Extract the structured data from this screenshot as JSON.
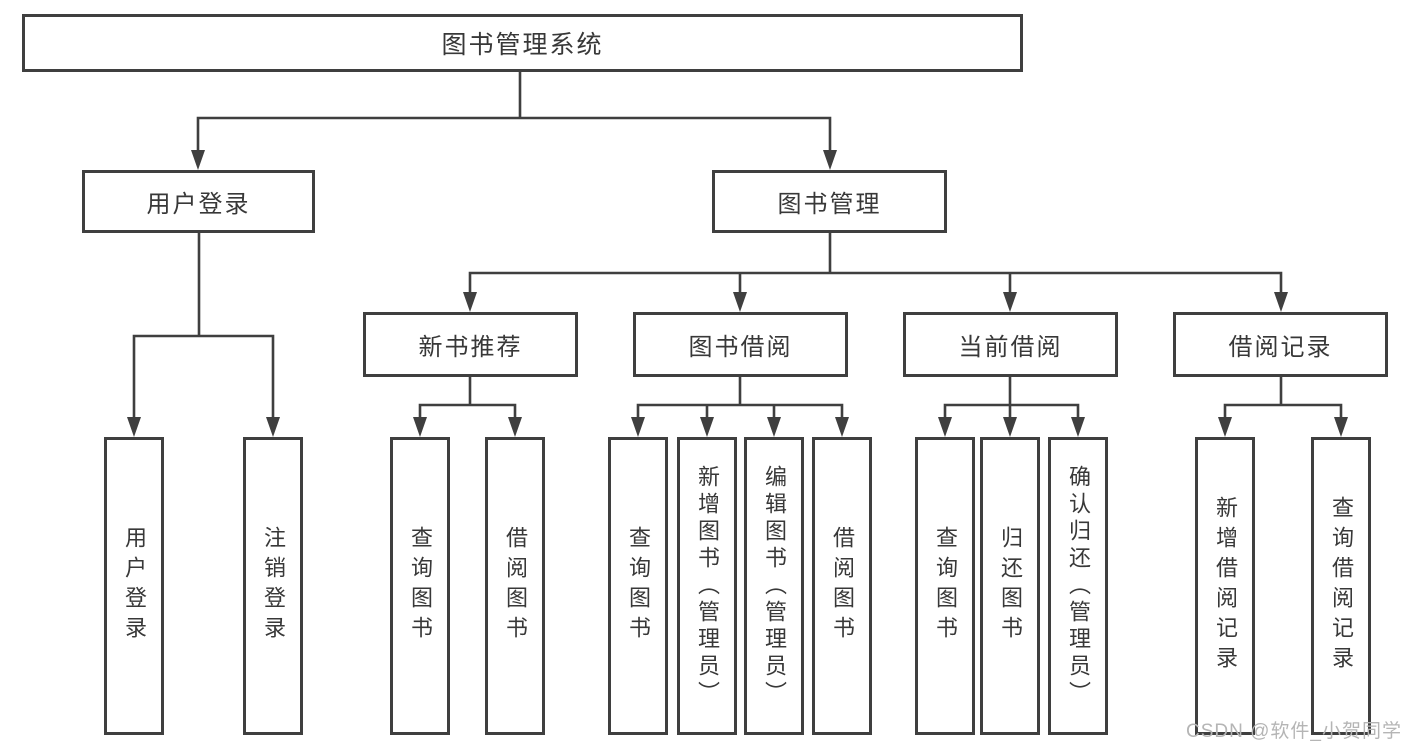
{
  "diagram_title": "图书管理系统",
  "nodes": {
    "root": {
      "label": "图书管理系统"
    },
    "level2": [
      {
        "label": "用户登录"
      },
      {
        "label": "图书管理"
      }
    ],
    "level3": [
      {
        "label": "新书推荐",
        "parent": "图书管理"
      },
      {
        "label": "图书借阅",
        "parent": "图书管理"
      },
      {
        "label": "当前借阅",
        "parent": "图书管理"
      },
      {
        "label": "借阅记录",
        "parent": "图书管理"
      }
    ],
    "leaves": [
      {
        "label": "用户登录",
        "parent": "用户登录"
      },
      {
        "label": "注销登录",
        "parent": "用户登录"
      },
      {
        "label": "查询图书",
        "parent": "新书推荐"
      },
      {
        "label": "借阅图书",
        "parent": "新书推荐"
      },
      {
        "label": "查询图书",
        "parent": "图书借阅"
      },
      {
        "label": "新增图书（管理员）",
        "parent": "图书借阅"
      },
      {
        "label": "编辑图书（管理员）",
        "parent": "图书借阅"
      },
      {
        "label": "借阅图书",
        "parent": "图书借阅"
      },
      {
        "label": "查询图书",
        "parent": "当前借阅"
      },
      {
        "label": "归还图书",
        "parent": "当前借阅"
      },
      {
        "label": "确认归还（管理员）",
        "parent": "当前借阅"
      },
      {
        "label": "新增借阅记录",
        "parent": "借阅记录"
      },
      {
        "label": "查询借阅记录",
        "parent": "借阅记录"
      }
    ]
  },
  "watermark": "CSDN @软件_小贺同学",
  "colors": {
    "line": "#3f3f3f",
    "text": "#383838",
    "box_fill": "#ffffff",
    "watermark": "#b5b5b5"
  }
}
